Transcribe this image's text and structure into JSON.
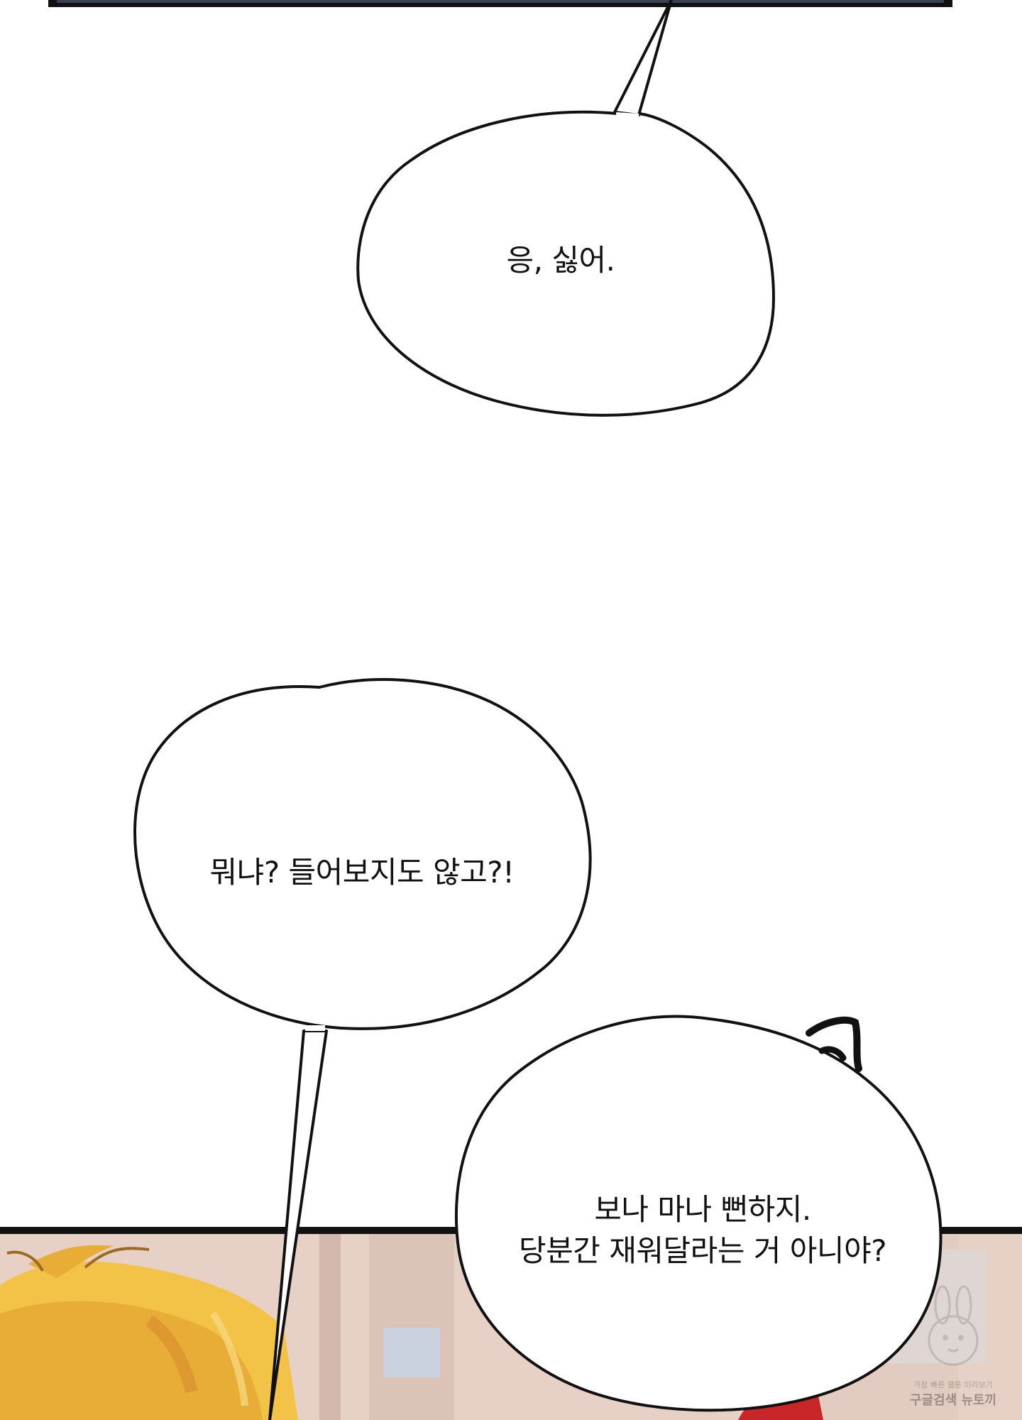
{
  "bubbles": [
    {
      "lines": [
        "응, 싫어."
      ]
    },
    {
      "lines": [
        "뭐냐? 들어보지도 않고?!"
      ]
    },
    {
      "lines": [
        "보나 마나 뻔하지.",
        "당분간 재워달라는 거 아니야?"
      ]
    }
  ],
  "sfx": {
    "text": "ㅋ"
  },
  "watermark": {
    "line1": "가장 빠른 웹툰 미리보기",
    "line2": "구글검색 뉴토끼"
  },
  "colors": {
    "ink": "#111111",
    "hair": "#f3c347",
    "hair_shadow": "#d9902e",
    "background_panel": "#e9d2c6",
    "red_accent": "#c9262a"
  }
}
